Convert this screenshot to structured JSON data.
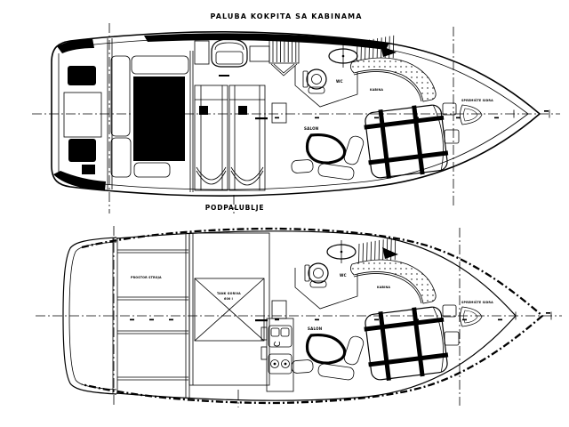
{
  "canvas": {
    "background": "#ffffff",
    "ink": "#000000",
    "texture_gray": "#999999"
  },
  "upper_plan": {
    "title": "PALUBA KOKPITA SA KABINAMA",
    "labels": {
      "salon": "SALON",
      "wc": "WC",
      "kabina": "KABINA",
      "anchor_locker": "SPREMIŠTE SIDRA"
    }
  },
  "lower_plan": {
    "title": "PODPALUBLJE",
    "labels": {
      "engine_room": "PROSTOR STROJA",
      "fuel_tank": "TANK GORIVA",
      "fuel_tank_capacity": "600 l",
      "salon": "SALON",
      "wc": "WC",
      "kabina": "KABINA",
      "anchor_locker": "SPREMIŠTE SIDRA"
    }
  }
}
